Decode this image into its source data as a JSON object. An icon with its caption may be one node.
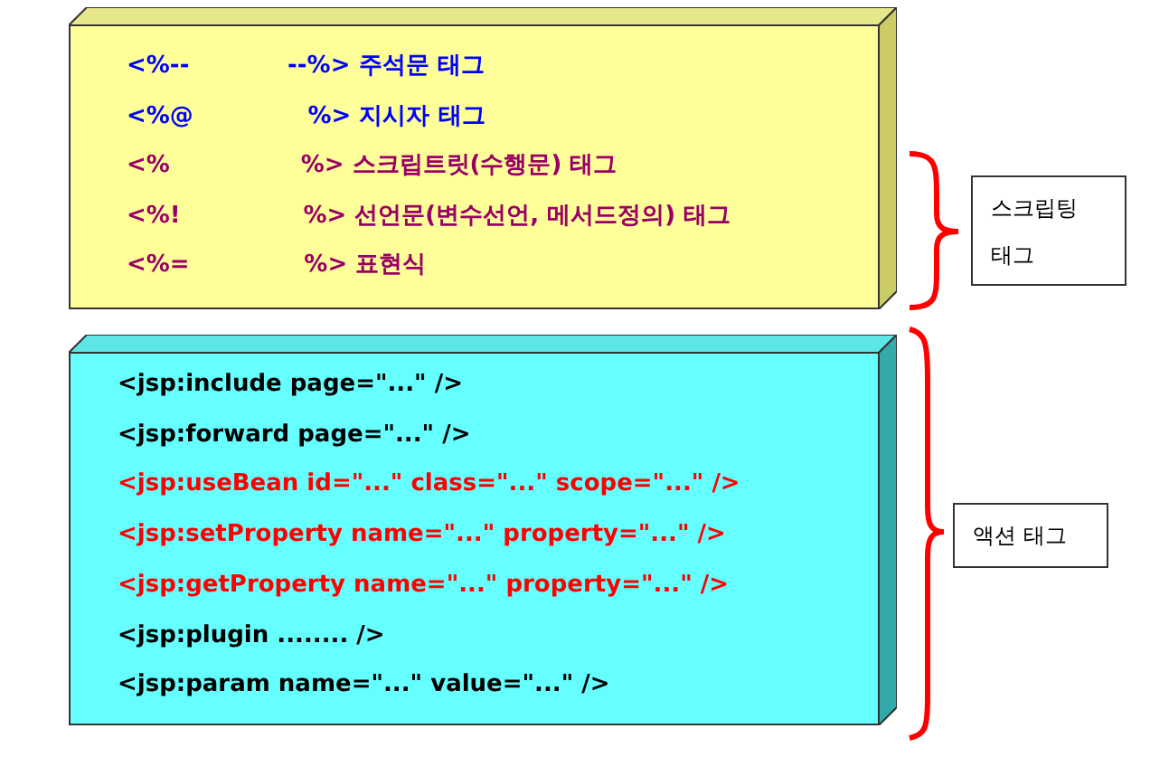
{
  "diagram": {
    "nodes": [
      {
        "text": [
          "<%--            --%> 주석문 태그",
          "<%@              %> 지시자 태그",
          "<%                %> 스크립트릿(수행문) 태그",
          "<%!               %> 선언문(변수선언, 메서드정의) 태그",
          "<%=              %> 표현식"
        ]
      },
      {
        "text": [
          "<jsp:include page=\"...\" />",
          "<jsp:forward page=\"...\" />",
          "<jsp:useBean id=\"...\" class=\"...\" scope=\"...\" />",
          "<jsp:setProperty name=\"...\" property=\"...\" />",
          "<jsp:getProperty name=\"...\" property=\"...\" />",
          "<jsp:plugin ........ />",
          "<jsp:param name=\"...\" value=\"...\" />"
        ]
      },
      {
        "text": [
          "스크립팅 태그"
        ]
      },
      {
        "text": [
          "액션 태그"
        ]
      }
    ]
  }
}
